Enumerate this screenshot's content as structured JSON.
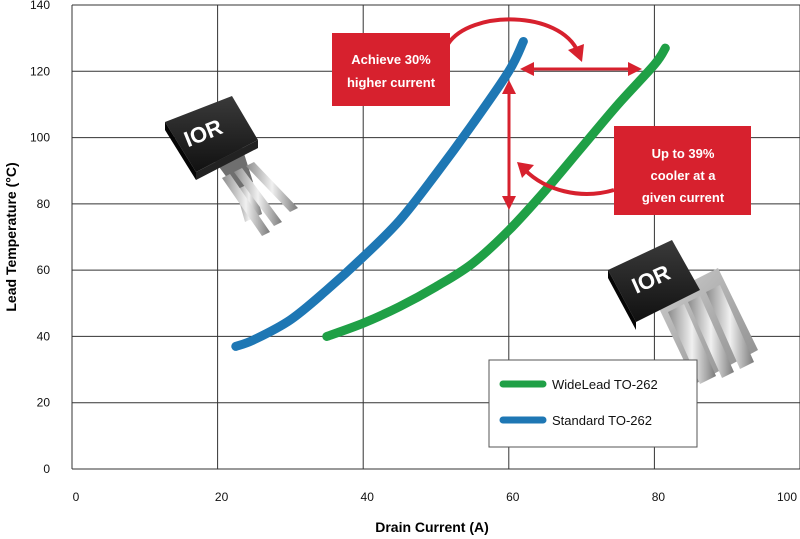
{
  "chart_data": {
    "type": "line",
    "xlabel": "Drain Current (A)",
    "ylabel": "Lead Temperature (°C)",
    "xlim": [
      0,
      100
    ],
    "ylim": [
      0,
      140
    ],
    "xticks": [
      0,
      20,
      40,
      60,
      80,
      100
    ],
    "yticks": [
      0,
      20,
      40,
      60,
      80,
      100,
      120,
      140
    ],
    "grid": true,
    "legend_position": "bottom-right",
    "series": [
      {
        "name": "WideLead TO-262",
        "color": "#1fa046",
        "x": [
          35,
          40,
          45,
          50,
          55,
          60,
          65,
          70,
          75,
          80,
          81.5
        ],
        "y": [
          40,
          44,
          49,
          55,
          62,
          72,
          84,
          97,
          110,
          122,
          127
        ]
      },
      {
        "name": "Standard TO-262",
        "color": "#1e77b4",
        "x": [
          22.5,
          25,
          30,
          35,
          40,
          45,
          50,
          55,
          60,
          62
        ],
        "y": [
          37,
          39,
          45,
          54,
          64,
          75,
          89,
          104,
          120,
          129
        ]
      }
    ],
    "annotations": [
      {
        "name": "callout-higher-current",
        "lines": [
          "Achieve 30%",
          "higher current"
        ]
      },
      {
        "name": "callout-cooler",
        "lines": [
          "Up to 39%",
          "cooler at a",
          "given current"
        ]
      }
    ]
  },
  "package_logo": "IOR",
  "colors": {
    "accent_red": "#d7212e",
    "grid": "#333333"
  }
}
